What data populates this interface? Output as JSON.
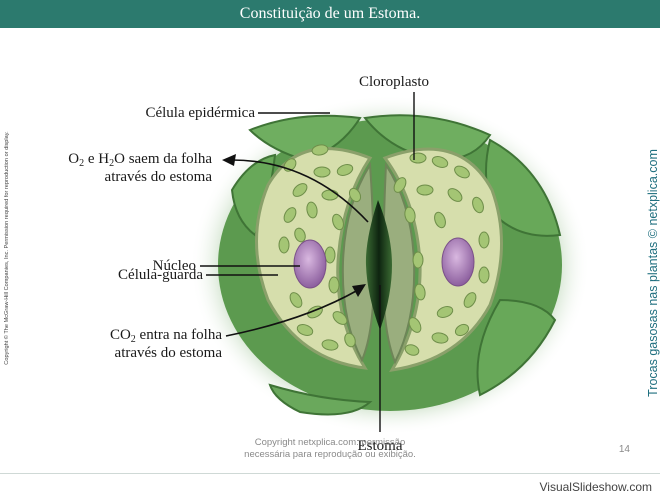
{
  "slide": {
    "title": "Constituição de um Estoma.",
    "copyright_vertical": "Copyright © The McGraw-Hill Companies, Inc. Permission required for reproduction or display.",
    "side_caption": "Trocas gasosas nas plantas © netxplica.com",
    "footer_line1": "Copyright netxplica.com: permissão",
    "footer_line2": "necessária para reprodução ou exibição.",
    "page_number": "14",
    "watermark": "VisualSlideshow.com"
  },
  "labels": {
    "celula_epidermica": "Célula epidérmica",
    "o2_line1_a": "O",
    "o2_line1_sub1": "2",
    "o2_line1_b": " e H",
    "o2_line1_sub2": "2",
    "o2_line1_c": "O saem da folha",
    "o2_line2": "através do estoma",
    "nucleo": "Núcleo",
    "celula_guarda": "Célula-guarda",
    "co2_line1_a": "CO",
    "co2_line1_sub": "2",
    "co2_line1_b": " entra na folha",
    "co2_line2": "através do estoma",
    "cloroplasto": "Cloroplasto",
    "estoma": "Estoma"
  },
  "colors": {
    "header_bg": "#2c7a6e",
    "leaf_green": "#5f9a52",
    "guard_cell_fill": "#d8dfae",
    "chloroplast": "#9fc070",
    "nucleus": "#a882b4"
  }
}
